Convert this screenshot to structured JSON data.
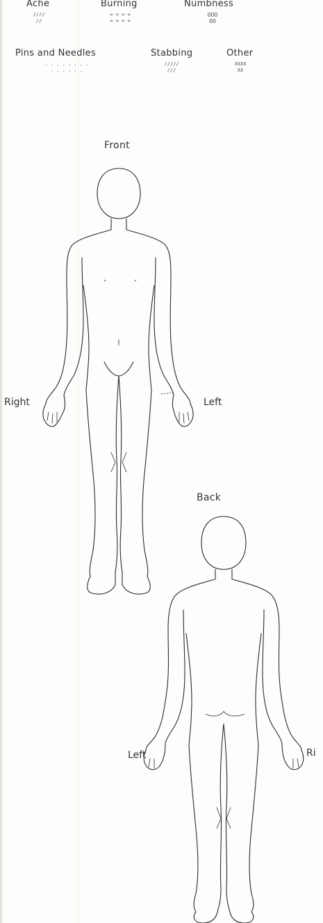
{
  "legend": {
    "ache": {
      "label": "Ache",
      "symbol": "////\n//"
    },
    "burning": {
      "label": "Burning",
      "symbol": "≈ ≈ ≈ ≈\n≈ ≈ ≈ ≈"
    },
    "numbness": {
      "label": "Numbness",
      "symbol": "OOO\nOO"
    },
    "pins_needles": {
      "label": "Pins and Needles",
      "symbol": ". . . . . . . .\n. . . . . ."
    },
    "stabbing": {
      "label": "Stabbing",
      "symbol": "/////\n///"
    },
    "other": {
      "label": "Other",
      "symbol": "XXXX\nXX"
    }
  },
  "front": {
    "title": "Front",
    "right_label": "Right",
    "left_label": "Left"
  },
  "back": {
    "title": "Back",
    "left_label": "Left",
    "right_label": "Ri"
  }
}
